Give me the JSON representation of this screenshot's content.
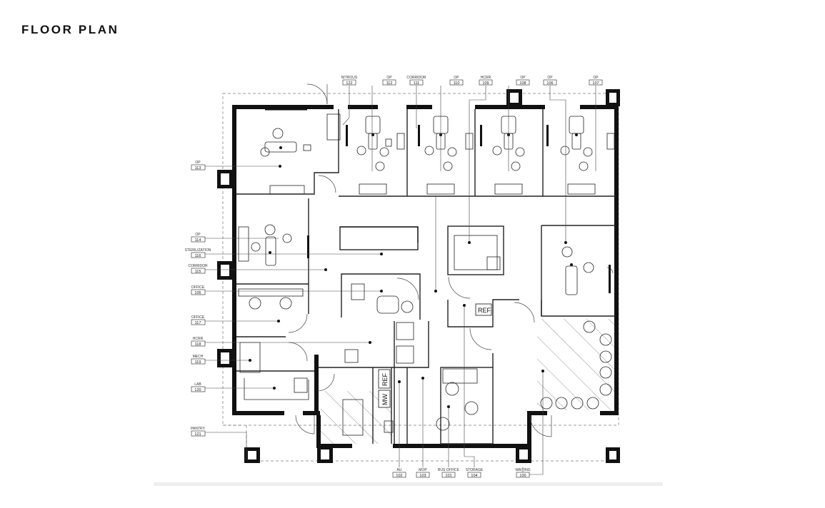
{
  "page": {
    "title": "FLOOR PLAN"
  },
  "room_tags": {
    "top": [
      {
        "id": "nitrous",
        "name": "NITROUS",
        "number": "122"
      },
      {
        "id": "op-112",
        "name": "OP",
        "number": "112"
      },
      {
        "id": "corridor-111",
        "name": "CORRIDOR",
        "number": "111"
      },
      {
        "id": "op-110",
        "name": "OP",
        "number": "110"
      },
      {
        "id": "hcrr-109",
        "name": "HCRR",
        "number": "109"
      },
      {
        "id": "op-108",
        "name": "OP",
        "number": "108"
      },
      {
        "id": "op-106",
        "name": "OP",
        "number": "106"
      },
      {
        "id": "op-107",
        "name": "OP",
        "number": "107"
      }
    ],
    "left": [
      {
        "id": "op-113",
        "name": "OP",
        "number": "113"
      },
      {
        "id": "op-114",
        "name": "OP",
        "number": "114"
      },
      {
        "id": "sterilization",
        "name": "STERILIZATION",
        "number": "116"
      },
      {
        "id": "corridor-115",
        "name": "CORRIDOR",
        "number": "115"
      },
      {
        "id": "office-105",
        "name": "OFFICE",
        "number": "105"
      },
      {
        "id": "office-117",
        "name": "OFFICE",
        "number": "117"
      },
      {
        "id": "hcrr-118",
        "name": "HCRR",
        "number": "118"
      },
      {
        "id": "mech",
        "name": "MECH",
        "number": "119"
      },
      {
        "id": "lab",
        "name": "LAB",
        "number": "120"
      },
      {
        "id": "pantry",
        "name": "PANTRY",
        "number": "121"
      }
    ],
    "bottom": [
      {
        "id": "au",
        "name": "AU",
        "number": "102"
      },
      {
        "id": "mop",
        "name": "MOP",
        "number": "103"
      },
      {
        "id": "bus-office",
        "name": "BUS OFFICE",
        "number": "101"
      },
      {
        "id": "storage",
        "name": "STORAGE",
        "number": "104"
      },
      {
        "id": "waiting",
        "name": "WAITING",
        "number": "100"
      }
    ]
  },
  "fixtures": {
    "ref_1": "REF",
    "ref_2": "REF",
    "mw": "MW"
  }
}
